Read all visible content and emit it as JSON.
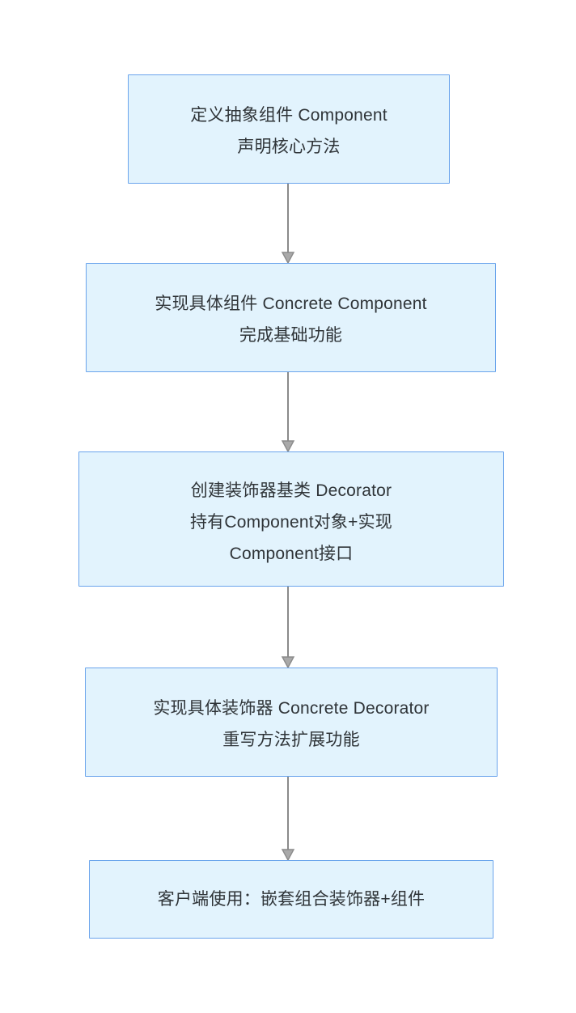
{
  "diagram": {
    "type": "flowchart",
    "orientation": "top-to-bottom",
    "background_color": "#ffffff",
    "node_fill_color": "#e2f3fd",
    "node_border_color": "#6aa4ec",
    "text_color": "#2f3438",
    "connector_color": "#8a8a8a",
    "nodes": [
      {
        "id": "node-1",
        "lines": [
          "定义抽象组件 Component",
          "声明核心方法"
        ]
      },
      {
        "id": "node-2",
        "lines": [
          "实现具体组件 Concrete Component",
          "完成基础功能"
        ]
      },
      {
        "id": "node-3",
        "lines": [
          "创建装饰器基类 Decorator",
          "持有Component对象+实现",
          "Component接口"
        ]
      },
      {
        "id": "node-4",
        "lines": [
          "实现具体装饰器 Concrete Decorator",
          "重写方法扩展功能"
        ]
      },
      {
        "id": "node-5",
        "lines": [
          "客户端使用：嵌套组合装饰器+组件"
        ]
      }
    ],
    "edges": [
      {
        "from": "node-1",
        "to": "node-2",
        "label": ""
      },
      {
        "from": "node-2",
        "to": "node-3",
        "label": ""
      },
      {
        "from": "node-3",
        "to": "node-4",
        "label": ""
      },
      {
        "from": "node-4",
        "to": "node-5",
        "label": ""
      }
    ]
  }
}
